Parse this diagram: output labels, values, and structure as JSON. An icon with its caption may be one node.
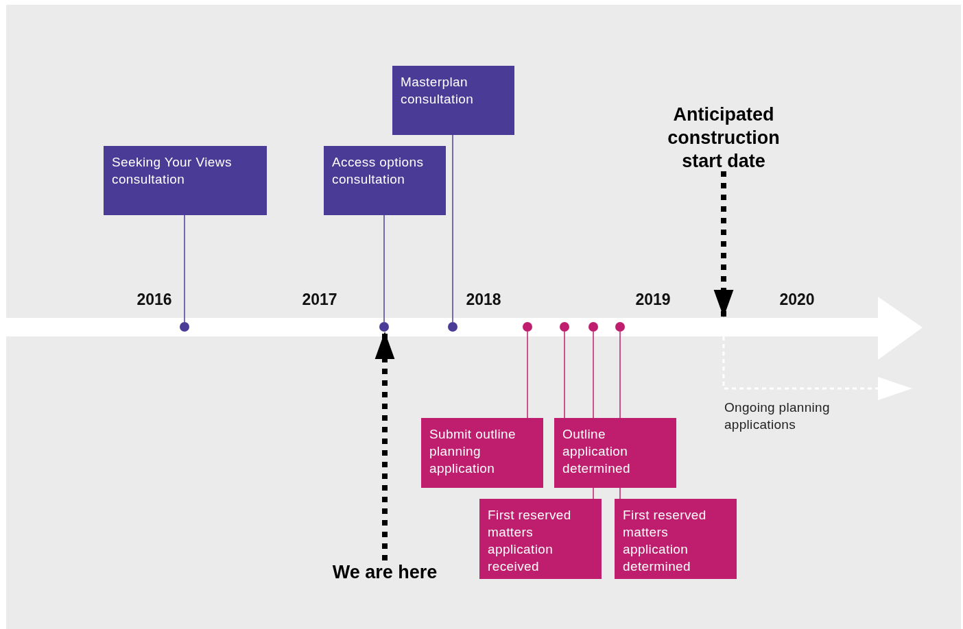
{
  "diagram": {
    "nodes": [
      {
        "text": [
          "Seeking Your Views consultation"
        ]
      },
      {
        "text": [
          "Access options consultation"
        ]
      },
      {
        "text": [
          "Masterplan consultation"
        ]
      },
      {
        "text": [],
        "shape": "circle"
      },
      {
        "text": [],
        "shape": "circle"
      },
      {
        "text": [],
        "shape": "circle"
      },
      {
        "text": [],
        "shape": "circle"
      },
      {
        "text": [],
        "shape": "circle"
      },
      {
        "text": [],
        "shape": "circle"
      },
      {
        "text": [],
        "shape": "circle"
      },
      {
        "text": [
          "Submit outline planning application"
        ]
      },
      {
        "text": [
          "Outline application determined"
        ]
      },
      {
        "text": [
          "First reserved matters application received"
        ]
      },
      {
        "text": [
          "First reserved matters application determined"
        ]
      },
      {
        "text": [
          "We are here"
        ]
      },
      {
        "text": [
          "Anticipated construction start date"
        ]
      }
    ],
    "edges": [
      {
        "from": 3,
        "to": 0,
        "arrow": "none",
        "color": "#4a3c96"
      },
      {
        "from": 4,
        "to": 1,
        "arrow": "none",
        "color": "#4a3c96"
      },
      {
        "from": 5,
        "to": 2,
        "arrow": "none",
        "color": "#4a3c96"
      },
      {
        "from": 6,
        "to": 10,
        "arrow": "none"
      },
      {
        "from": 7,
        "to": 11,
        "arrow": "none"
      },
      {
        "from": 8,
        "to": 11,
        "arrow": "none"
      },
      {
        "from": 9,
        "to": 11,
        "arrow": "none"
      },
      {
        "from": 14,
        "to": 4,
        "arrow": "to",
        "style": "dashed",
        "color": "#000000"
      },
      {
        "from": 15,
        "to": null,
        "arrow": "to",
        "style": "dashed",
        "color": "#000000"
      },
      {
        "from": 11,
        "to": 12,
        "arrow": "none"
      },
      {
        "from": 11,
        "to": 13,
        "arrow": "none"
      }
    ],
    "labels": [
      "2016",
      "2017",
      "2018",
      "2019",
      "2020",
      "Ongoing planning applications"
    ]
  }
}
